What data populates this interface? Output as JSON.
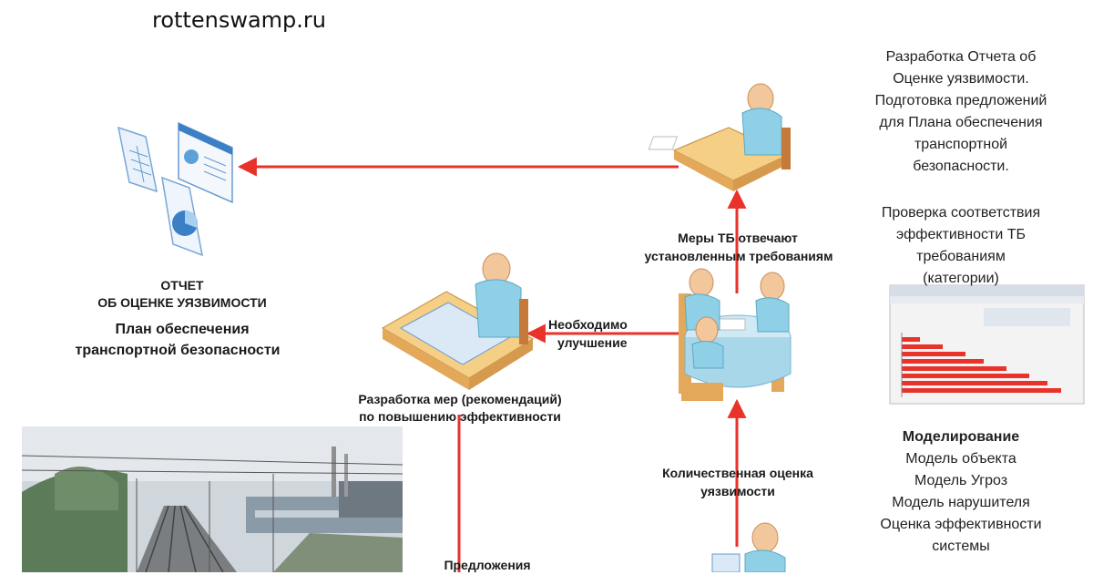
{
  "watermark": "rottenswamp.ru",
  "report_block": {
    "title_line1": "ОТЧЕТ",
    "title_line2": "ОБ ОЦЕНКЕ УЯЗВИМОСТИ",
    "plan_line1": "План обеспечения",
    "plan_line2": "транспортной безопасности"
  },
  "arrows": {
    "measures_meet_line1": "Меры ТБ отвечают",
    "measures_meet_line2": "установленным требованиям",
    "need_improvement_line1": "Необходимо",
    "need_improvement_line2": "улучшение",
    "develop_measures_line1": "Разработка мер (рекомендаций)",
    "develop_measures_line2": "по повышению эффективности",
    "quant_assessment_line1": "Количественная оценка",
    "quant_assessment_line2": "уязвимости",
    "proposals": "Предложения"
  },
  "right_notes": {
    "development": [
      "Разработка Отчета об",
      "Оценке уязвимости.",
      "Подготовка предложений",
      "для Плана обеспечения",
      "транспортной",
      "безопасности."
    ],
    "compliance": [
      "Проверка соответствия",
      "эффективности ТБ",
      "требованиям",
      "(категории)"
    ],
    "modeling_title": "Моделирование",
    "modeling_items": [
      "Модель объекта",
      "Модель Угроз",
      "Модель нарушителя",
      "Оценка эффективности",
      "системы"
    ]
  },
  "colors": {
    "arrow": "#e8322a",
    "figure_skin": "#f3c79c",
    "figure_body": "#8fd0e6",
    "desk": "#f6cf86",
    "doc_blue": "#3b7fc4"
  }
}
